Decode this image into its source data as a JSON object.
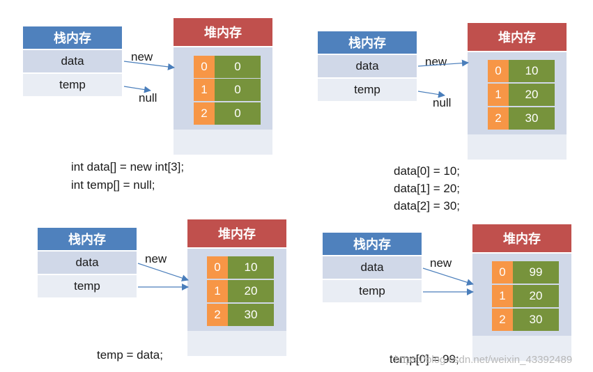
{
  "stack_title": "栈内存",
  "heap_title": "堆内存",
  "stack_vars": [
    "data",
    "temp"
  ],
  "arrow_new": "new",
  "arrow_null": "null",
  "panels": [
    {
      "indices": [
        "0",
        "1",
        "2"
      ],
      "values": [
        "0",
        "0",
        "0"
      ],
      "code": [
        "int data[] = new int[3];",
        "int temp[] = null;"
      ]
    },
    {
      "indices": [
        "0",
        "1",
        "2"
      ],
      "values": [
        "10",
        "20",
        "30"
      ],
      "code": [
        "data[0] = 10;",
        "data[1] = 20;",
        "data[2] = 30;"
      ]
    },
    {
      "indices": [
        "0",
        "1",
        "2"
      ],
      "values": [
        "10",
        "20",
        "30"
      ],
      "code": [
        "temp = data;"
      ]
    },
    {
      "indices": [
        "0",
        "1",
        "2"
      ],
      "values": [
        "99",
        "20",
        "30"
      ],
      "code": [
        "temp[0] = 99;"
      ]
    }
  ],
  "watermark": "https://blog.csdn.net/weixin_43392489",
  "colors": {
    "stack_header": "#4f81bd",
    "heap_header": "#c0504d",
    "index_cell": "#f79646",
    "value_cell": "#77933c",
    "arrow": "#4a7ebb"
  }
}
